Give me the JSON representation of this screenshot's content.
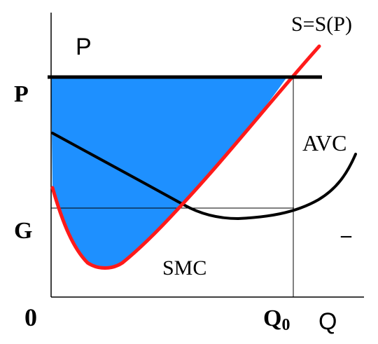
{
  "diagram": {
    "labels": {
      "y_axis_top": "P",
      "price_level": "P",
      "g_level": "G",
      "origin": "0",
      "q0": "Q",
      "q0_subscript": "0",
      "x_axis": "Q",
      "supply": "S=S(P)",
      "avc": "AVC",
      "smc": "SMC",
      "dash": "–"
    },
    "colors": {
      "surplus_fill": "#1E90FF",
      "smc_curve": "#FF1A1A",
      "avc_curve": "#000000",
      "price_line": "#000000",
      "axes": "#000000"
    }
  }
}
